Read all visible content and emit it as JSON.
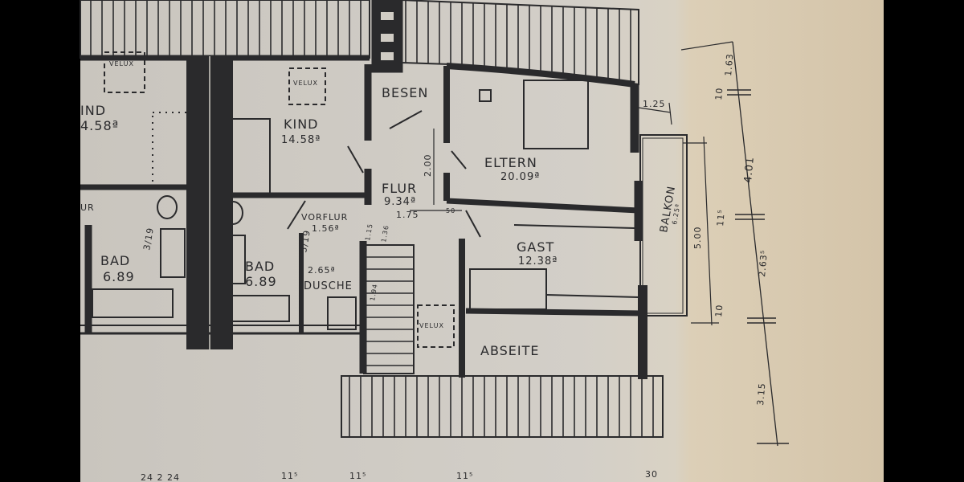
{
  "rooms": {
    "kind_left": {
      "name": "IND",
      "area": "4.58ª"
    },
    "flur_left": {
      "name": "UR"
    },
    "bad_left": {
      "name": "BAD",
      "area": "6.89",
      "dim": "3/19"
    },
    "kind": {
      "name": "KIND",
      "area": "14.58ª"
    },
    "bad": {
      "name": "BAD",
      "area": "6.89",
      "dim": "3/19"
    },
    "besen": {
      "name": "BESEN"
    },
    "eltern": {
      "name": "ELTERN",
      "area": "20.09ª"
    },
    "flur": {
      "name": "FLUR",
      "area": "9.34ª",
      "dim_width": "1.75",
      "dim_depth": "2.00",
      "dim_small": "50"
    },
    "vorflur": {
      "name": "VORFLUR",
      "area": "1.56ª"
    },
    "dusche": {
      "name": "DUSCHE",
      "area": "2.65ª"
    },
    "stairs": {
      "dim": "1.94",
      "dim_a": "1.15",
      "dim_b": "1.36"
    },
    "gast": {
      "name": "GAST",
      "area": "12.38ª"
    },
    "abseite": {
      "name": "ABSEITE"
    },
    "balkon": {
      "name": "BALKON",
      "area": "6.25ª"
    }
  },
  "skylights": [
    "VELUX",
    "VELUX",
    "VELUX"
  ],
  "dimensions": {
    "balcony_offset": "1.25",
    "balcony_length": "5.00",
    "right_chain": [
      "1.63",
      "10",
      "4.01",
      "11⁵",
      "2.63⁵",
      "10",
      "3.15"
    ],
    "bottom_chain": [
      "24 2 24",
      "11⁵",
      "11⁵",
      "11⁵",
      "30"
    ]
  }
}
